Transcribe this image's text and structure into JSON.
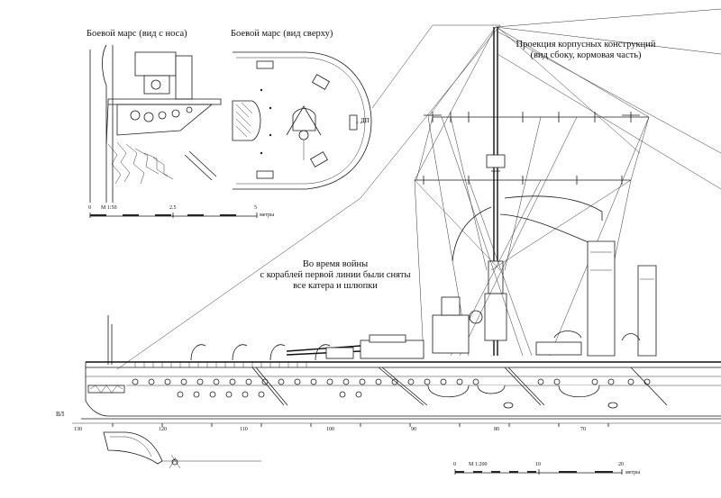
{
  "labels": {
    "fore_top_bow": "Боевой марс (вид с носа)",
    "fore_top_above": "Боевой марс (вид сверху)",
    "dp_mark": "ДП",
    "hull_projection_line1": "Проекция корпусных конструкций",
    "hull_projection_line2": "(вид сбоку, кормовая часть)",
    "war_note_line1": "Во время войны",
    "war_note_line2": "с кораблей первой линии были сняты",
    "war_note_line3": "все катера и шлюпки",
    "waterline_mark": "ВЛ"
  },
  "scale_small": {
    "name": "М 1:50",
    "ticks": [
      "0",
      "2.5",
      "5"
    ],
    "unit": "метры"
  },
  "scale_large": {
    "name": "М 1:200",
    "ticks": [
      "0",
      "10",
      "20"
    ],
    "unit": "метры"
  },
  "frame_numbers": [
    "130",
    "120",
    "110",
    "100",
    "90",
    "80",
    "70"
  ],
  "colors": {
    "ink": "#1a1a1a",
    "paper": "#ffffff"
  }
}
